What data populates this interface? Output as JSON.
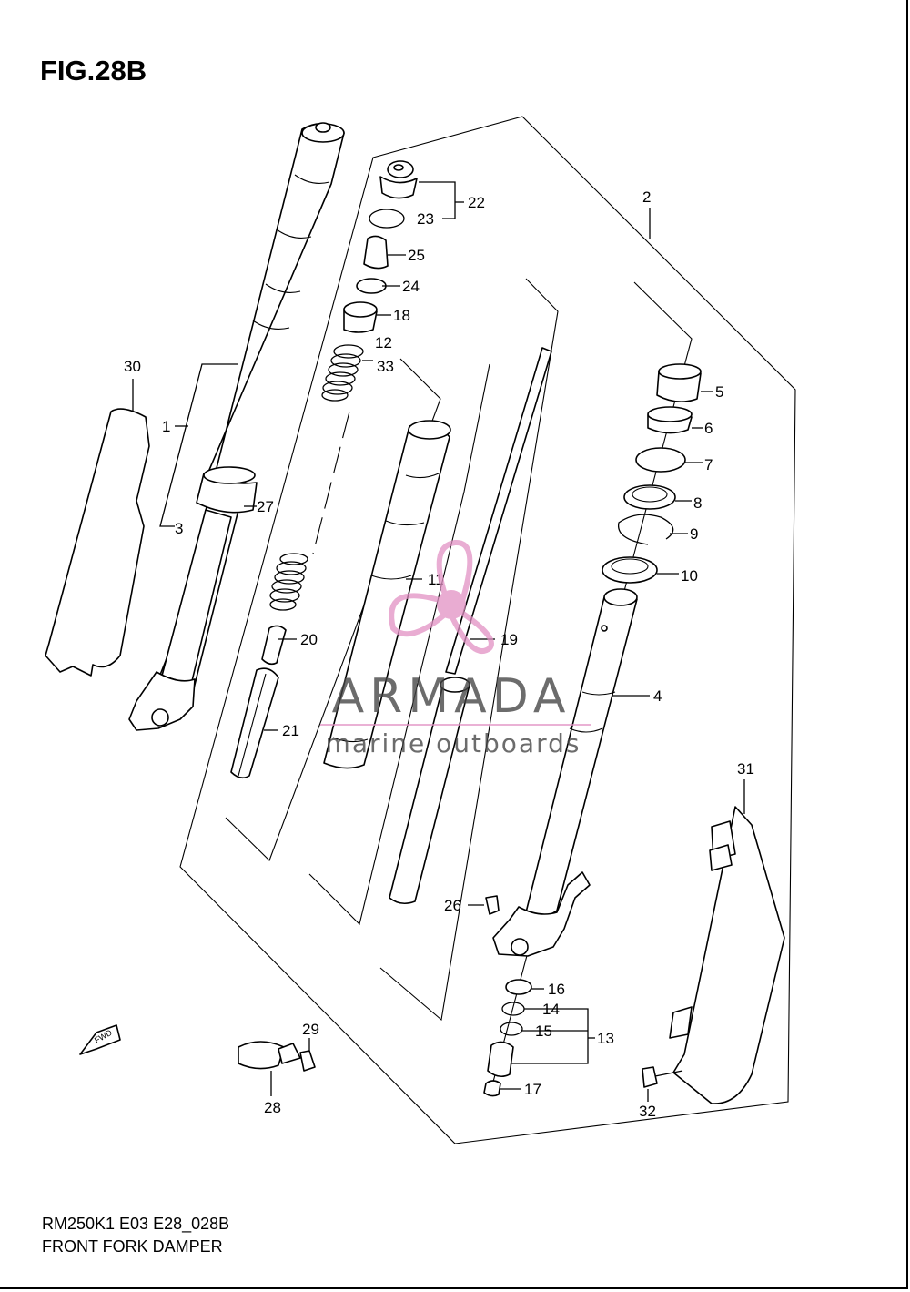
{
  "figure": {
    "title": "FIG.28B",
    "model_code": "RM250K1 E03 E28_028B",
    "name": "FRONT FORK DAMPER"
  },
  "parts": [
    {
      "ref": "1"
    },
    {
      "ref": "2"
    },
    {
      "ref": "3"
    },
    {
      "ref": "4"
    },
    {
      "ref": "5"
    },
    {
      "ref": "6"
    },
    {
      "ref": "7"
    },
    {
      "ref": "8"
    },
    {
      "ref": "9"
    },
    {
      "ref": "10"
    },
    {
      "ref": "11"
    },
    {
      "ref": "12"
    },
    {
      "ref": "13"
    },
    {
      "ref": "14"
    },
    {
      "ref": "15"
    },
    {
      "ref": "16"
    },
    {
      "ref": "17"
    },
    {
      "ref": "18"
    },
    {
      "ref": "19"
    },
    {
      "ref": "20"
    },
    {
      "ref": "21"
    },
    {
      "ref": "22"
    },
    {
      "ref": "23"
    },
    {
      "ref": "24"
    },
    {
      "ref": "25"
    },
    {
      "ref": "26"
    },
    {
      "ref": "27"
    },
    {
      "ref": "28"
    },
    {
      "ref": "29"
    },
    {
      "ref": "30"
    },
    {
      "ref": "31"
    },
    {
      "ref": "32"
    },
    {
      "ref": "33"
    }
  ],
  "direction_marker": "FWD",
  "watermark": {
    "brand": "ARMADA",
    "tagline": "marine outboards",
    "logo_color": "#e291c4"
  },
  "colors": {
    "line": "#000000",
    "background": "#ffffff"
  }
}
